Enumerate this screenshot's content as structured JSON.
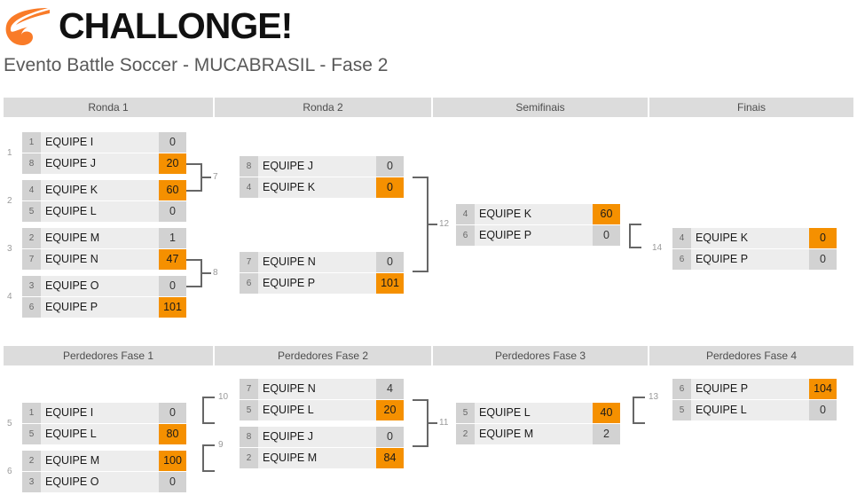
{
  "brand": {
    "name": "CHALLONGE!",
    "logo_icon": "challonge-flame-logo",
    "logo_color": "#f97b28"
  },
  "tournament": {
    "title": "Evento Battle Soccer - MUCABRASIL - Fase 2"
  },
  "theme": {
    "winner_highlight": "#f59000",
    "row_bg": "#ededed",
    "seed_bg": "#d2d2d2",
    "header_bg": "#dcdcdc",
    "connector": "#666666"
  },
  "winners_bracket": {
    "rounds": [
      {
        "label": "Ronda 1"
      },
      {
        "label": "Ronda 2"
      },
      {
        "label": "Semifinais"
      },
      {
        "label": "Finais"
      }
    ],
    "matches": [
      {
        "number": "1",
        "round": 0,
        "players": [
          {
            "seed": "1",
            "name": "EQUIPE I",
            "score": "0",
            "winner": false
          },
          {
            "seed": "8",
            "name": "EQUIPE J",
            "score": "20",
            "winner": true
          }
        ]
      },
      {
        "number": "2",
        "round": 0,
        "players": [
          {
            "seed": "4",
            "name": "EQUIPE K",
            "score": "60",
            "winner": true
          },
          {
            "seed": "5",
            "name": "EQUIPE L",
            "score": "0",
            "winner": false
          }
        ]
      },
      {
        "number": "3",
        "round": 0,
        "players": [
          {
            "seed": "2",
            "name": "EQUIPE M",
            "score": "1",
            "winner": false
          },
          {
            "seed": "7",
            "name": "EQUIPE N",
            "score": "47",
            "winner": true
          }
        ]
      },
      {
        "number": "4",
        "round": 0,
        "players": [
          {
            "seed": "3",
            "name": "EQUIPE O",
            "score": "0",
            "winner": false
          },
          {
            "seed": "6",
            "name": "EQUIPE P",
            "score": "101",
            "winner": true
          }
        ]
      },
      {
        "number": "7",
        "round": 1,
        "players": [
          {
            "seed": "8",
            "name": "EQUIPE J",
            "score": "0",
            "winner": false
          },
          {
            "seed": "4",
            "name": "EQUIPE K",
            "score": "0",
            "winner": true
          }
        ]
      },
      {
        "number": "8",
        "round": 1,
        "players": [
          {
            "seed": "7",
            "name": "EQUIPE N",
            "score": "0",
            "winner": false
          },
          {
            "seed": "6",
            "name": "EQUIPE P",
            "score": "101",
            "winner": true
          }
        ]
      },
      {
        "number": "12",
        "round": 2,
        "players": [
          {
            "seed": "4",
            "name": "EQUIPE K",
            "score": "60",
            "winner": true
          },
          {
            "seed": "6",
            "name": "EQUIPE P",
            "score": "0",
            "winner": false
          }
        ]
      },
      {
        "number": "14",
        "round": 3,
        "players": [
          {
            "seed": "4",
            "name": "EQUIPE K",
            "score": "0",
            "winner": true
          },
          {
            "seed": "6",
            "name": "EQUIPE P",
            "score": "0",
            "winner": false
          }
        ]
      }
    ]
  },
  "losers_bracket": {
    "rounds": [
      {
        "label": "Perdedores Fase 1"
      },
      {
        "label": "Perdedores Fase 2"
      },
      {
        "label": "Perdedores Fase 3"
      },
      {
        "label": "Perdedores Fase 4"
      }
    ],
    "matches": [
      {
        "number": "5",
        "round": 0,
        "players": [
          {
            "seed": "1",
            "name": "EQUIPE I",
            "score": "0",
            "winner": false
          },
          {
            "seed": "5",
            "name": "EQUIPE L",
            "score": "80",
            "winner": true
          }
        ]
      },
      {
        "number": "6",
        "round": 0,
        "players": [
          {
            "seed": "2",
            "name": "EQUIPE M",
            "score": "100",
            "winner": true
          },
          {
            "seed": "3",
            "name": "EQUIPE O",
            "score": "0",
            "winner": false
          }
        ]
      },
      {
        "number": "10",
        "round": 1,
        "players": [
          {
            "seed": "7",
            "name": "EQUIPE N",
            "score": "4",
            "winner": false
          },
          {
            "seed": "5",
            "name": "EQUIPE L",
            "score": "20",
            "winner": true
          }
        ]
      },
      {
        "number": "9",
        "round": 1,
        "players": [
          {
            "seed": "8",
            "name": "EQUIPE J",
            "score": "0",
            "winner": false
          },
          {
            "seed": "2",
            "name": "EQUIPE M",
            "score": "84",
            "winner": true
          }
        ]
      },
      {
        "number": "11",
        "round": 2,
        "players": [
          {
            "seed": "5",
            "name": "EQUIPE L",
            "score": "40",
            "winner": true
          },
          {
            "seed": "2",
            "name": "EQUIPE M",
            "score": "2",
            "winner": false
          }
        ]
      },
      {
        "number": "13",
        "round": 3,
        "players": [
          {
            "seed": "6",
            "name": "EQUIPE P",
            "score": "104",
            "winner": true
          },
          {
            "seed": "5",
            "name": "EQUIPE L",
            "score": "0",
            "winner": false
          }
        ]
      }
    ]
  }
}
